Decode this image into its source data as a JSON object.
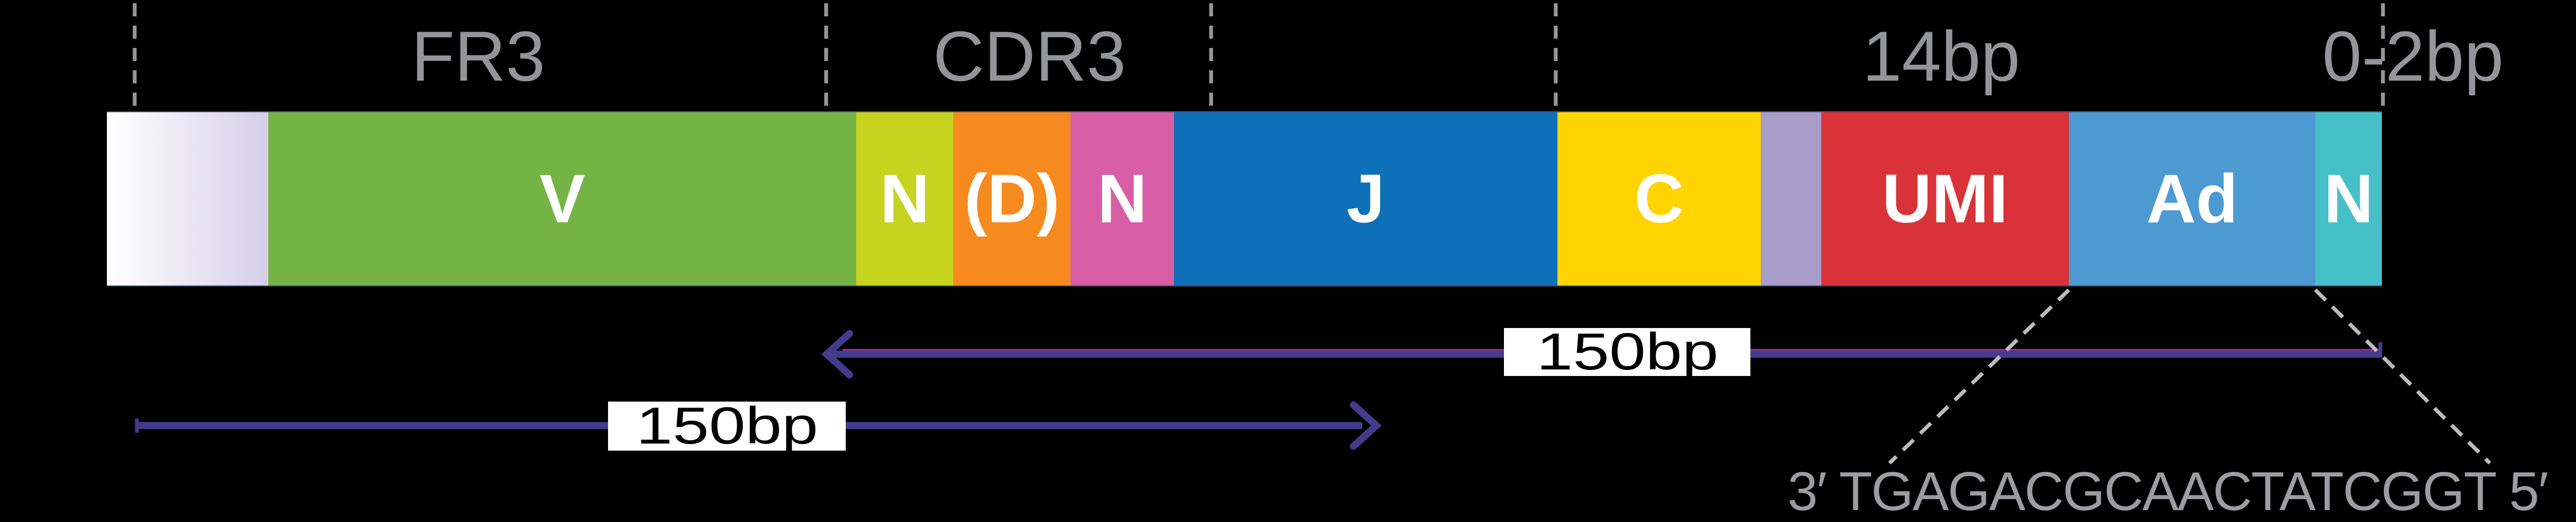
{
  "region_labels": {
    "fr3": "FR3",
    "cdr3": "CDR3",
    "umi_length": "14bp",
    "n_length": "0-2bp"
  },
  "bar": {
    "label_color": "#ffffff",
    "segments": [
      {
        "name": "upstream-fade",
        "label": "",
        "color": "#ffffff",
        "color2": "#d5cfe8",
        "width_pct": 7.1
      },
      {
        "name": "v-gene",
        "label": "V",
        "color": "#76b345",
        "width_pct": 25.84
      },
      {
        "name": "n1-insert",
        "label": "N",
        "color": "#c6d31f",
        "width_pct": 4.27
      },
      {
        "name": "d-gene",
        "label": "(D)",
        "color": "#f68a1e",
        "width_pct": 5.15
      },
      {
        "name": "n2-insert",
        "label": "N",
        "color": "#d85fa5",
        "width_pct": 4.55
      },
      {
        "name": "j-gene",
        "label": "J",
        "color": "#0d70b8",
        "width_pct": 16.85
      },
      {
        "name": "c-gene",
        "label": "C",
        "color": "#ffd400",
        "width_pct": 8.94
      },
      {
        "name": "spacer",
        "label": "",
        "color": "#a89cc9",
        "width_pct": 2.66
      },
      {
        "name": "umi",
        "label": "UMI",
        "color": "#d93339",
        "width_pct": 10.88
      },
      {
        "name": "adapter",
        "label": "Ad",
        "color": "#4d9ad2",
        "width_pct": 10.84
      },
      {
        "name": "n3-insert",
        "label": "N",
        "color": "#45c0c9",
        "width_pct": 2.92
      }
    ]
  },
  "reads": {
    "read_reverse": {
      "label": "150bp",
      "direction": "left"
    },
    "read_forward": {
      "label": "150bp",
      "direction": "right"
    },
    "arrow_color": "#463a8c",
    "arrow_highlight": "#9b2e96"
  },
  "adapter_sequence": {
    "text": "3′ TGAGACGCAACTATCGGT 5′"
  },
  "colors": {
    "background": "#000000",
    "region_label_text": "#939598",
    "divider_dash": "#95979a",
    "leader_dash": "#b9bbbd",
    "read_label_bg": "#ffffff",
    "read_label_text": "#000000",
    "sequence_text": "#9b9da1"
  }
}
